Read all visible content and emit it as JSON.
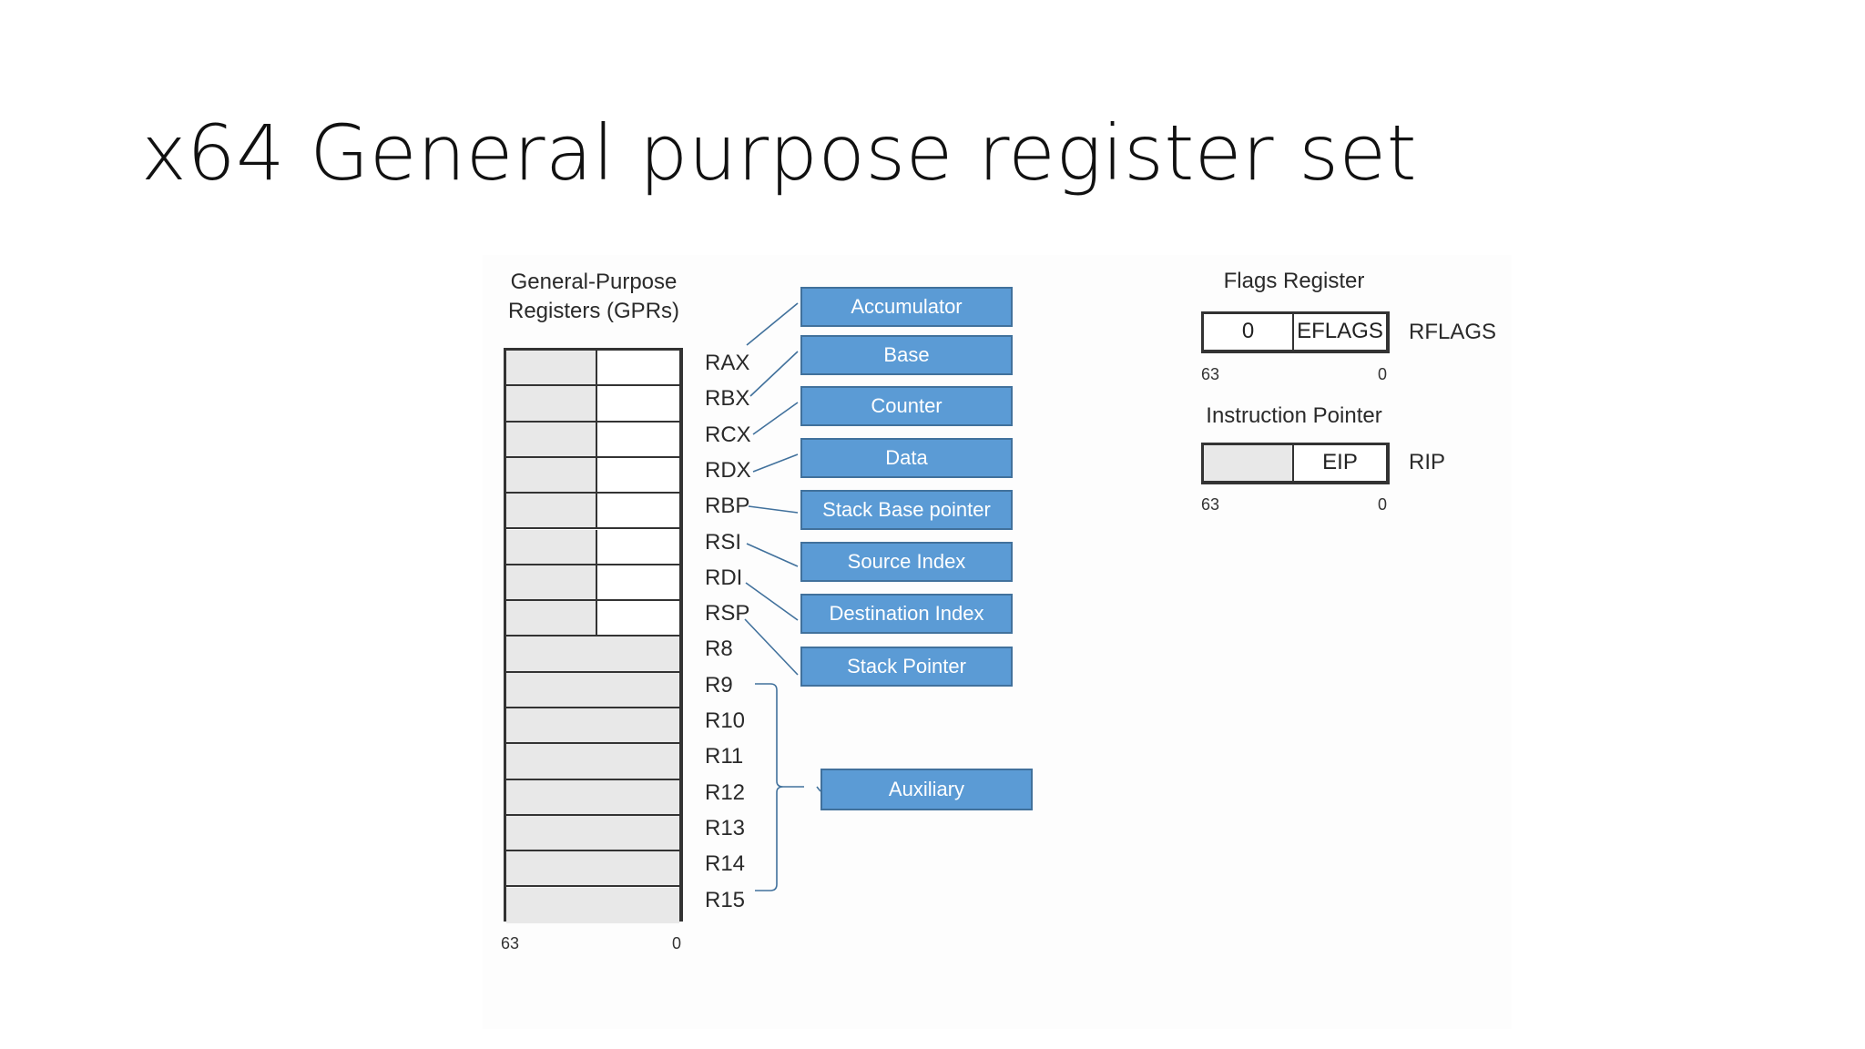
{
  "title": "x64 General purpose register set",
  "gpr": {
    "heading_line1": "General-Purpose",
    "heading_line2": "Registers (GPRs)",
    "bit_high": "63",
    "bit_low": "0",
    "registers": [
      "RAX",
      "RBX",
      "RCX",
      "RDX",
      "RBP",
      "RSI",
      "RDI",
      "RSP",
      "R8",
      "R9",
      "R10",
      "R11",
      "R12",
      "R13",
      "R14",
      "R15"
    ],
    "split_rows": 8
  },
  "purposes": [
    "Accumulator",
    "Base",
    "Counter",
    "Data",
    "Stack Base pointer",
    "Source Index",
    "Destination Index",
    "Stack Pointer"
  ],
  "auxiliary": "Auxiliary",
  "flags": {
    "heading": "Flags Register",
    "upper_value": "0",
    "lower_value": "EFLAGS",
    "name": "RFLAGS",
    "bit_high": "63",
    "bit_low": "0"
  },
  "instruction_pointer": {
    "heading": "Instruction Pointer",
    "lower_value": "EIP",
    "name": "RIP",
    "bit_high": "63",
    "bit_low": "0"
  },
  "colors": {
    "box_fill": "#5b9bd5",
    "box_border": "#41719c",
    "connector": "#41719c",
    "register_fill": "#e8e8e8"
  }
}
